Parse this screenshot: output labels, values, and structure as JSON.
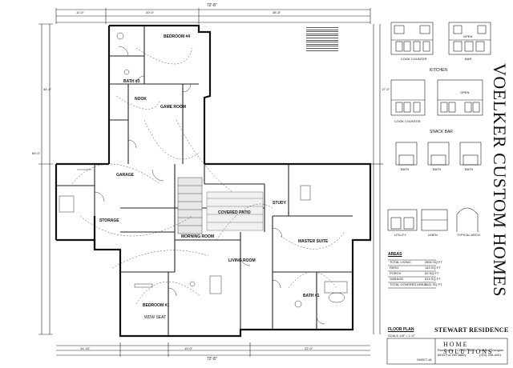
{
  "plan": {
    "rooms": {
      "bedroom_4": "BEDROOM #4",
      "nook": "NOOK",
      "bath_3": "BATH #3",
      "game_room": "GAME ROOM",
      "garage": "GARAGE",
      "storage": "STORAGE",
      "covered_patio": "COVERED PATIO",
      "study": "STUDY",
      "morning_room": "MORNING ROOM",
      "living_room": "LIVING ROOM",
      "master_suite": "MASTER SUITE",
      "bedroom_1": "BEDROOM #1",
      "master_bath": "BATH #1",
      "window_seat": "WDW SEAT"
    },
    "dimensions": {
      "top_total": "72'-8\"",
      "top_left": "11'-0\"",
      "top_mid": "20'-0\"",
      "top_right": "38'-8\"",
      "left_total": "60'-0\"",
      "left_upper": "34'-8\"",
      "right_upper": "17'-0\"",
      "bottom_total": "72'-8\"",
      "bottom_a": "14'-10\"",
      "bottom_b": "10'-0\"",
      "bottom_c": "22'-0\""
    },
    "floor_plan_label": "FLOOR PLAN",
    "scale": "SCALE 1/8\" = 1'-0\"",
    "sheet_no": "SHEET #1"
  },
  "elevations": {
    "kitchen": "KITCHEN",
    "cook_counter": "COOK COUNTER",
    "bar": "BAR",
    "snack_bar": "SNACK BAR",
    "cook_counter_2": "COOK COUNTER",
    "open_1": "OPEN",
    "open_2": "OPEN",
    "bath_a": "BATH",
    "bath_b": "BATH",
    "bath_c": "BATH",
    "utility": "UTILITY",
    "linen": "LINEN",
    "typical_arch": "TYPICAL ARCH"
  },
  "areas": {
    "heading": "AREAS",
    "rows": [
      {
        "label": "TOTAL LIVING",
        "value": "2800 SQ FT"
      },
      {
        "label": "PATIO",
        "value": "143 SQ FT"
      },
      {
        "label": "PORCH",
        "value": "53 SQ FT"
      },
      {
        "label": "GARAGE",
        "value": "615 SQ FT"
      },
      {
        "label": "TOTAL COVERED AREA",
        "value": "3611 SQ FT"
      }
    ]
  },
  "title_block": {
    "project": "STEWART RESIDENCE",
    "brand": "VOELKER CUSTOM HOMES",
    "company": "HOME SOLUTIONS",
    "designer": "Ron Horner - CPBD / AIBD - Building Designer",
    "address": "6634 Fox Del Valley",
    "phone": "(210) 256-4001"
  }
}
